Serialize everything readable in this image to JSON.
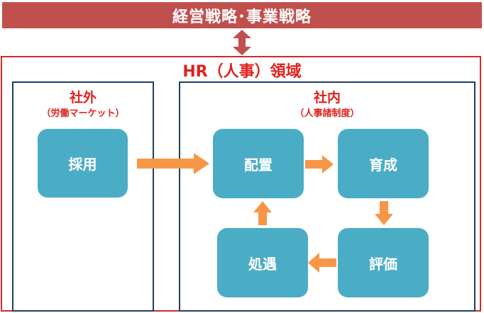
{
  "top_banner": "経営戦略･事業戦略",
  "hr_domain_title": "HR（人事）領域",
  "external": {
    "title": "社外",
    "subtitle": "（労働マーケット）",
    "node": "採用"
  },
  "internal": {
    "title": "社内",
    "subtitle": "（人事諸制度）",
    "nodes": {
      "placement": "配置",
      "development": "育成",
      "evaluation": "評価",
      "treatment": "処遇"
    }
  },
  "colors": {
    "banner": "#c0504d",
    "domain_border": "#d02a2a",
    "title_red": "#e0221c",
    "panel_border": "#1f3f66",
    "node_fill": "#4bacc6",
    "arrow_orange": "#f79646",
    "double_arrow": "#c0504d"
  }
}
